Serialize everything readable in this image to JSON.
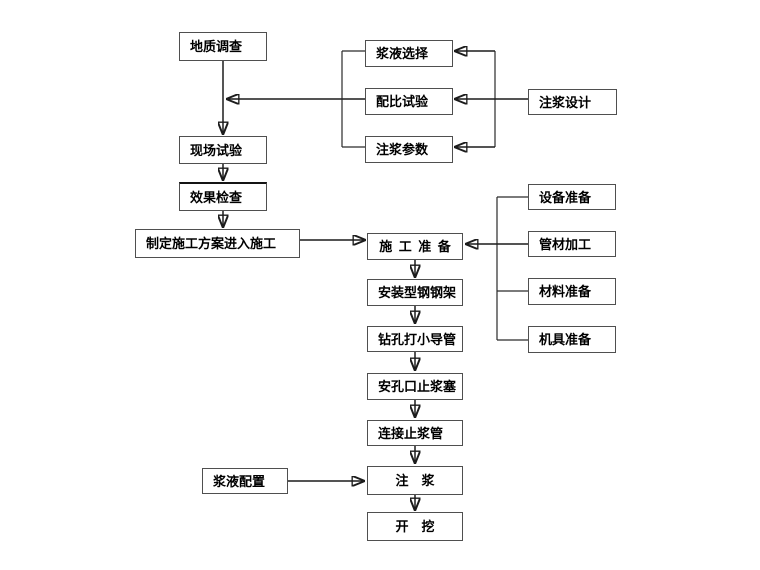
{
  "nodes": {
    "geological_survey": "地质调查",
    "slurry_selection": "浆液选择",
    "mix_ratio_test": "配比试验",
    "grouting_parameters": "注浆参数",
    "grouting_design": "注浆设计",
    "field_test": "现场试验",
    "effect_inspection": "效果检查",
    "construction_plan": "制定施工方案进入施工",
    "construction_preparation": "施  工  准  备",
    "install_steel_frame": "安装型钢钢架",
    "drill_small_conduit": "钻孔打小导管",
    "orifice_grout_stop_plug": "安孔口止浆塞",
    "connect_grout_stop_pipe": "连接止浆管",
    "slurry_mixing": "浆液配置",
    "grouting": "注    浆",
    "excavation": "开    挖",
    "equipment_preparation": "设备准备",
    "pipe_processing": "管材加工",
    "material_preparation": "材料准备",
    "machinery_preparation": "机具准备"
  },
  "edges": [
    {
      "from": "geological_survey",
      "to": "field_test"
    },
    {
      "from": "field_test",
      "to": "effect_inspection"
    },
    {
      "from": "effect_inspection",
      "to": "construction_plan"
    },
    {
      "from": "construction_plan",
      "to": "construction_preparation"
    },
    {
      "from": "grouting_design",
      "to": "slurry_selection"
    },
    {
      "from": "grouting_design",
      "to": "mix_ratio_test"
    },
    {
      "from": "grouting_design",
      "to": "grouting_parameters"
    },
    {
      "from": "slurry_selection,mix_ratio_test,grouting_parameters",
      "to": "geological_survey-field_test-line"
    },
    {
      "from": "equipment_preparation",
      "to": "construction_preparation"
    },
    {
      "from": "pipe_processing",
      "to": "construction_preparation"
    },
    {
      "from": "material_preparation",
      "to": "construction_preparation"
    },
    {
      "from": "machinery_preparation",
      "to": "construction_preparation"
    },
    {
      "from": "construction_preparation",
      "to": "install_steel_frame"
    },
    {
      "from": "install_steel_frame",
      "to": "drill_small_conduit"
    },
    {
      "from": "drill_small_conduit",
      "to": "orifice_grout_stop_plug"
    },
    {
      "from": "orifice_grout_stop_plug",
      "to": "connect_grout_stop_pipe"
    },
    {
      "from": "connect_grout_stop_pipe",
      "to": "grouting"
    },
    {
      "from": "slurry_mixing",
      "to": "grouting"
    },
    {
      "from": "grouting",
      "to": "excavation"
    }
  ],
  "colors": {
    "background": "#ffffff",
    "line": "#1c1c1c",
    "box_border": "#4f4f4f",
    "text": "#000000"
  }
}
